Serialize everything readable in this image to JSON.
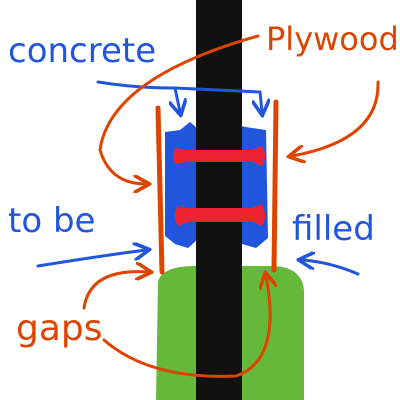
{
  "labels": {
    "concrete": "concrete",
    "plywood": "Plywood",
    "to_be": "to be",
    "filled": "filled",
    "gaps": "gaps"
  },
  "colors": {
    "background": "#ffffff",
    "post": "#111111",
    "concrete": "#2255dd",
    "plywood": "#dd4400",
    "clamp": "#ee2233",
    "ground": "#66b83a",
    "blue_text": "#2255dd",
    "orange_text": "#dd4400"
  }
}
